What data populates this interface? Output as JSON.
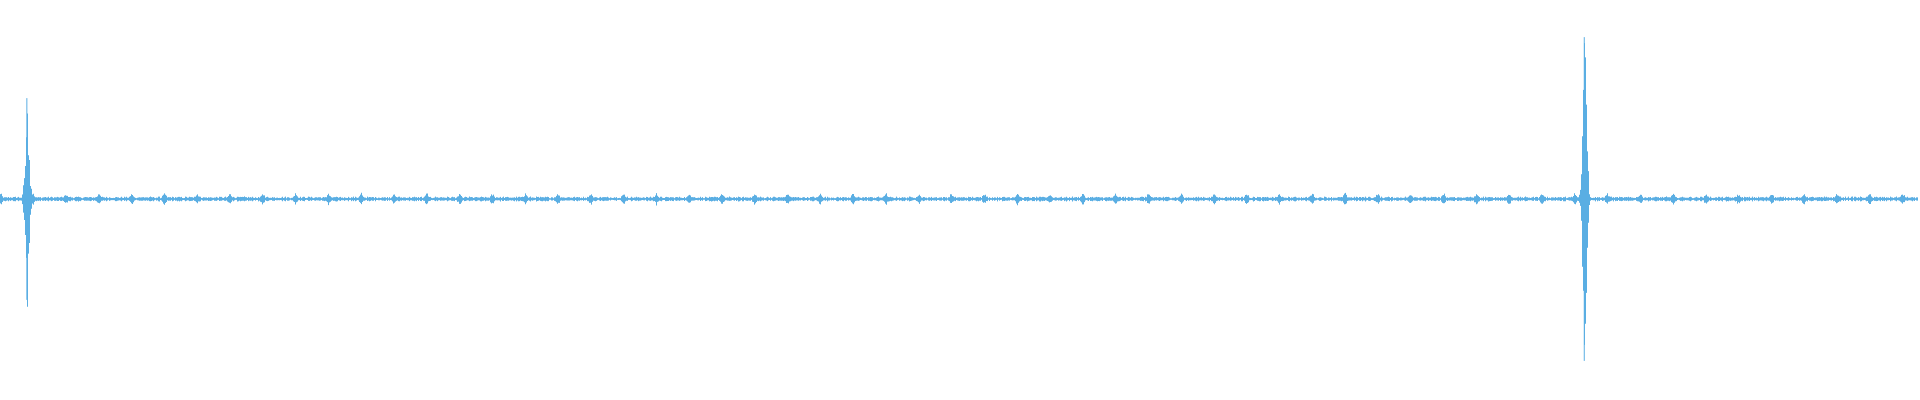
{
  "chart_data": {
    "type": "line",
    "title": "",
    "xlabel": "",
    "ylabel": "",
    "grid": false,
    "legend": "none",
    "axes_visible": false,
    "x_range": [
      0,
      1
    ],
    "ylim": [
      -1,
      1
    ],
    "series": [
      {
        "color": "#5aaee3",
        "baseline_level": 0.01,
        "pulse_spacing": 0.0171,
        "pulse_amplitude": 0.03,
        "events": [
          {
            "x": 0.014,
            "peak_positive": 0.58,
            "peak_negative": -0.58
          },
          {
            "x": 0.826,
            "peak_positive": 0.93,
            "peak_negative": -0.93
          }
        ]
      }
    ]
  }
}
